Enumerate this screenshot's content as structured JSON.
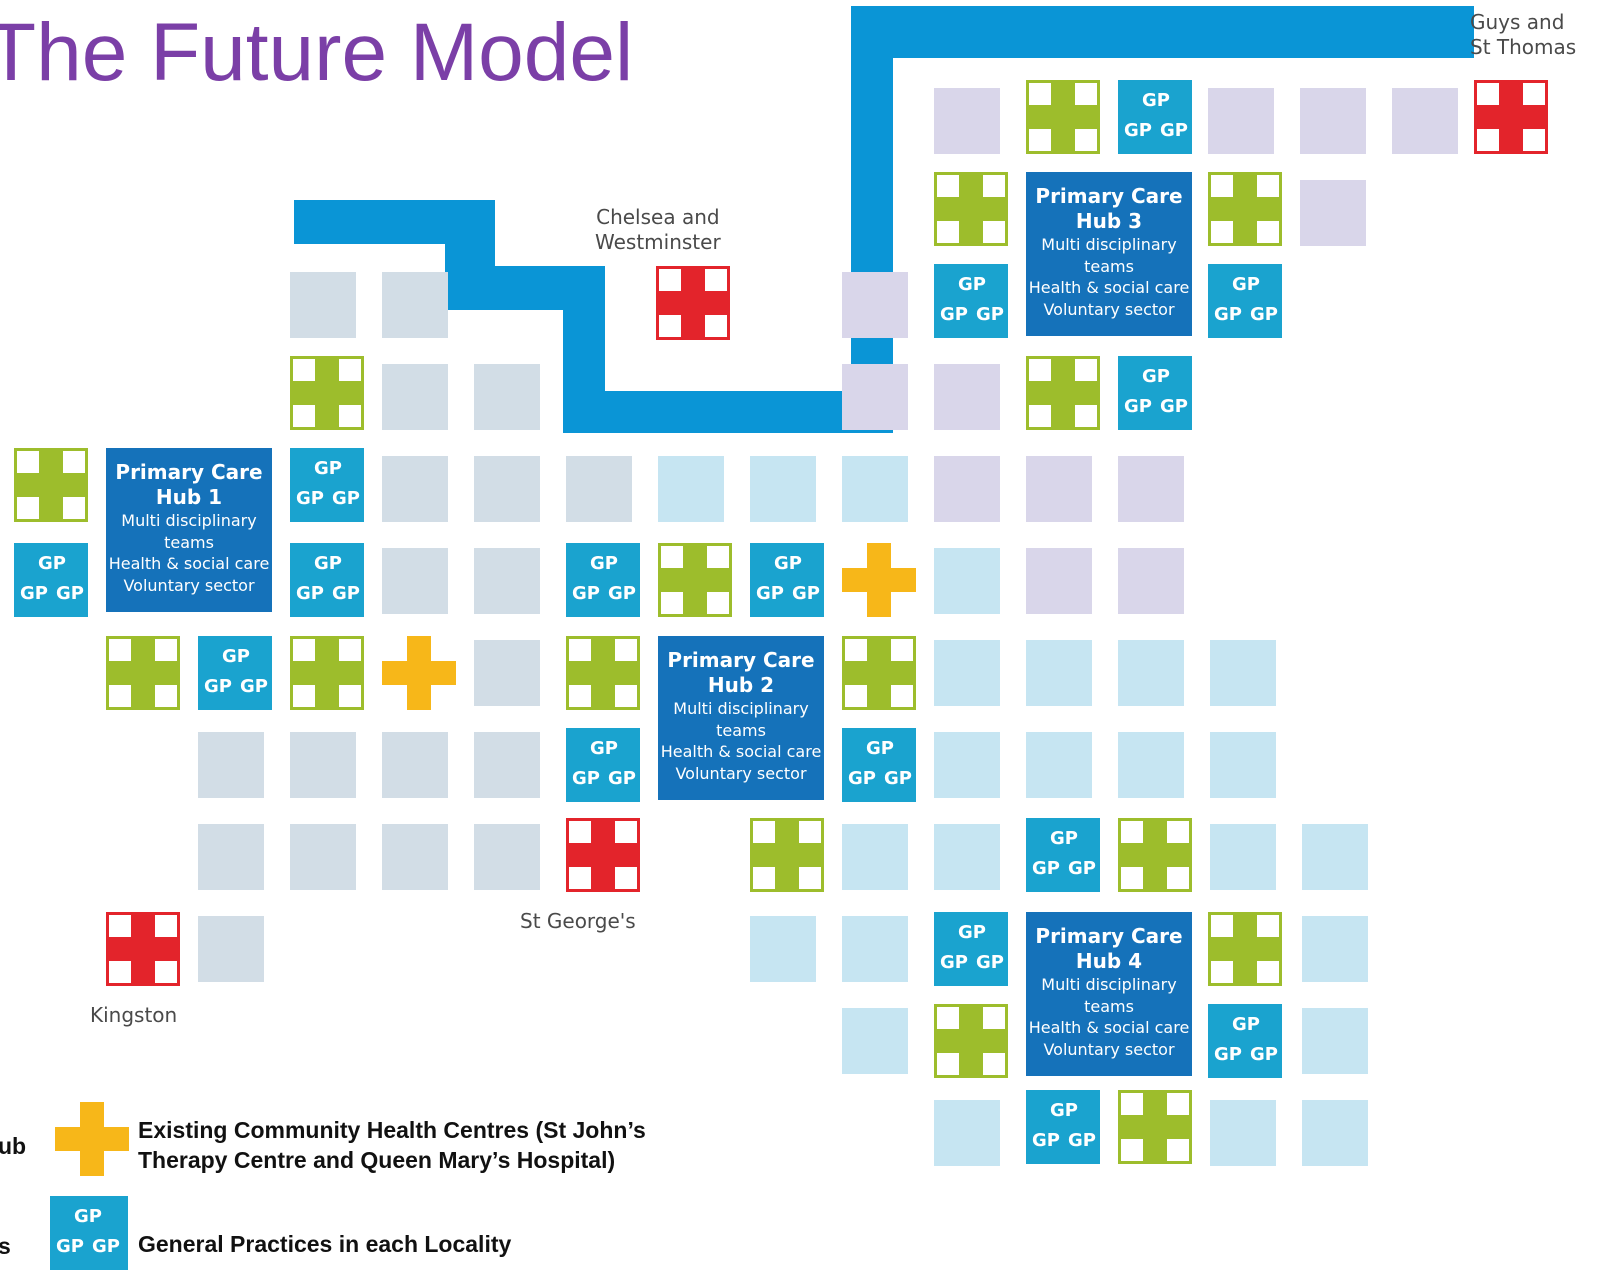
{
  "title": "The Future Model",
  "colors": {
    "river": "#0a95d6",
    "tile_grey": "#d2dde6",
    "tile_lightblue": "#c6e5f2",
    "tile_lilac": "#d9d6ea",
    "hub": "#1572ba",
    "gp": "#1aa3cf",
    "hospital": "#e3242b",
    "health_centre": "#f7b719",
    "green_cross": "#9dbd2c",
    "title": "#7b3fa7"
  },
  "hospitals": [
    {
      "name_lines": [
        "Guys and",
        "St Thomas"
      ]
    },
    {
      "name_lines": [
        "Chelsea and",
        "Westminster"
      ]
    },
    {
      "name_lines": [
        "St George's"
      ]
    },
    {
      "name_lines": [
        "Kingston"
      ]
    }
  ],
  "hubs": [
    {
      "title": "Primary Care",
      "number": "Hub 1",
      "lines": [
        "Multi disciplinary",
        "teams",
        "Health & social care",
        "Voluntary sector"
      ]
    },
    {
      "title": "Primary Care",
      "number": "Hub 2",
      "lines": [
        "Multi disciplinary",
        "teams",
        "Health & social care",
        "Voluntary sector"
      ]
    },
    {
      "title": "Primary Care",
      "number": "Hub 3",
      "lines": [
        "Multi disciplinary",
        "teams",
        "Health & social care",
        "Voluntary sector"
      ]
    },
    {
      "title": "Primary Care",
      "number": "Hub 4",
      "lines": [
        "Multi disciplinary",
        "teams",
        "Health & social care",
        "Voluntary sector"
      ]
    }
  ],
  "gp_label": "GP",
  "legend": {
    "partial_left_1": "ub",
    "partial_left_2": "s",
    "health_centres": [
      "Existing Community Health Centres (St John’s",
      "Therapy Centre and Queen Mary’s Hospital)"
    ],
    "gp_practices": "General Practices in each Locality"
  }
}
